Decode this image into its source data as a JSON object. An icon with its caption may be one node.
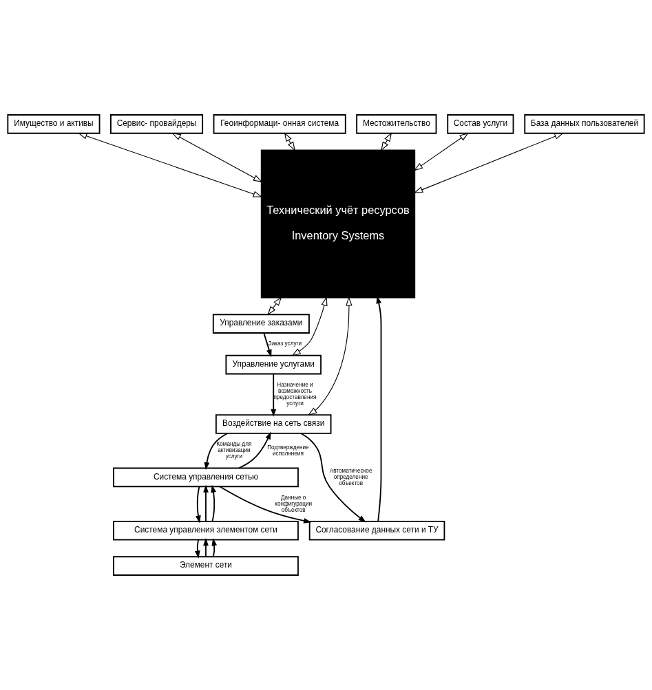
{
  "diagram": {
    "nodes": [
      {
        "text": [
          "Технический учёт ресурсов",
          "Inventory Systems"
        ]
      },
      {
        "text": [
          "Имущество и активы"
        ]
      },
      {
        "text": [
          "Сервис- провайдеры"
        ]
      },
      {
        "text": [
          "Геоинформаци- онная система"
        ]
      },
      {
        "text": [
          "Местожительство"
        ]
      },
      {
        "text": [
          "Состав услуги"
        ]
      },
      {
        "text": [
          "База данных пользователей"
        ]
      },
      {
        "text": [
          "Управление заказами"
        ]
      },
      {
        "text": [
          "Управление услугами"
        ]
      },
      {
        "text": [
          "Воздействие на сеть связи"
        ]
      },
      {
        "text": [
          "Согласование данных сети и ТУ"
        ]
      },
      {
        "text": [
          "Система управления сетью"
        ]
      },
      {
        "text": [
          "Система управления элементом сети"
        ]
      },
      {
        "text": [
          "Элемент сети"
        ]
      }
    ],
    "edges": [
      {
        "from": 1,
        "to": 0,
        "arrow": "both"
      },
      {
        "from": 2,
        "to": 0,
        "arrow": "both"
      },
      {
        "from": 3,
        "to": 0,
        "arrow": "both"
      },
      {
        "from": 4,
        "to": 0,
        "arrow": "both"
      },
      {
        "from": 5,
        "to": 0,
        "arrow": "both"
      },
      {
        "from": 6,
        "to": 0,
        "arrow": "both"
      },
      {
        "from": 0,
        "to": 7,
        "arrow": "both"
      },
      {
        "from": 0,
        "to": 8,
        "arrow": "both"
      },
      {
        "from": 0,
        "to": 9,
        "arrow": "both"
      },
      {
        "from": 7,
        "to": 8,
        "arrow": "to",
        "label": "Заказ услуги"
      },
      {
        "from": 8,
        "to": 9,
        "arrow": "to",
        "label": "Назначение и возможность предоставления услуги"
      },
      {
        "from": 9,
        "to": 10,
        "arrow": "to",
        "label": "Автоматическое определение объектов"
      },
      {
        "from": 10,
        "to": 0,
        "arrow": "to"
      },
      {
        "from": 11,
        "to": 10,
        "arrow": "to",
        "label": "Данные о конфигурации объектов"
      },
      {
        "from": 9,
        "to": 11,
        "arrow": "to",
        "label": "Команды для активизации услуги"
      },
      {
        "from": 11,
        "to": 9,
        "arrow": "to",
        "label": "Подтверждение исполннеия"
      },
      {
        "from": 12,
        "to": 11,
        "arrow": "to"
      },
      {
        "from": 11,
        "to": 12,
        "arrow": "to"
      },
      {
        "from": 12,
        "to": 11,
        "arrow": "to"
      },
      {
        "from": 13,
        "to": 12,
        "arrow": "to"
      },
      {
        "from": 12,
        "to": 13,
        "arrow": "to"
      },
      {
        "from": 13,
        "to": 12,
        "arrow": "to"
      }
    ]
  }
}
